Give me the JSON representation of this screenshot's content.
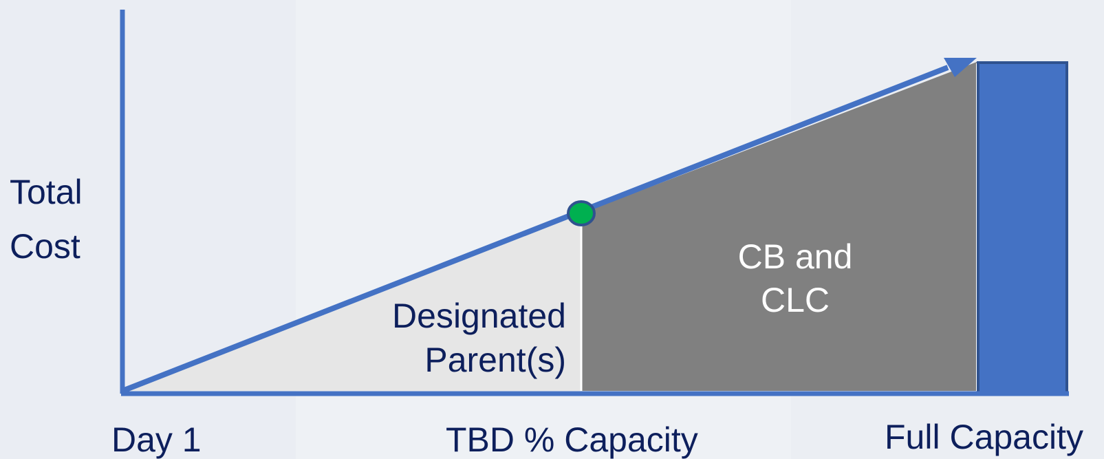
{
  "diagram": {
    "y_axis_label_line1": "Total",
    "y_axis_label_line2": "Cost",
    "x_labels": {
      "start": "Day 1",
      "middle": "TBD % Capacity",
      "end": "Full Capacity"
    },
    "regions": {
      "left": {
        "line1": "Designated",
        "line2": "Parent(s)"
      },
      "right": {
        "line1": "CB and",
        "line2": "CLC"
      }
    },
    "colors": {
      "axis_and_trend": "#4472c4",
      "left_region": "#e6e6e6",
      "right_region": "#808080",
      "end_block": "#4472c4",
      "milestone_marker": "#00b050",
      "text_dark": "#0d1f5c",
      "text_light": "#ffffff"
    }
  }
}
